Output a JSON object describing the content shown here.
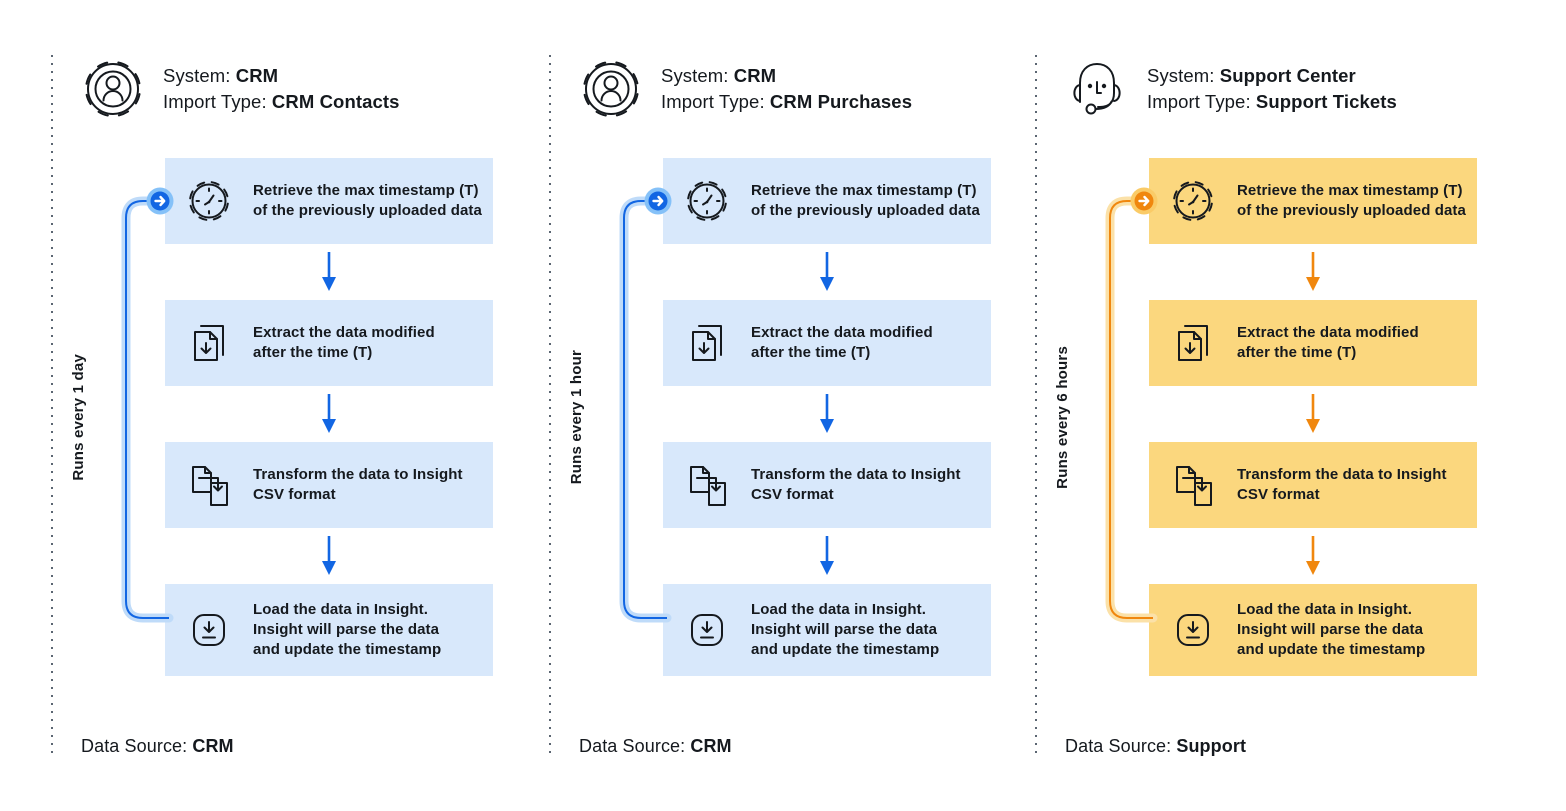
{
  "themes": {
    "blue": {
      "box": "#D8E8FB",
      "accent": "#1266E3",
      "glow": "#BFDBF9",
      "ring": "#85C1F8"
    },
    "orange": {
      "box": "#FBD77E",
      "accent": "#F0870E",
      "glow": "#FBE1A8",
      "ring": "#FACB67"
    }
  },
  "columns": [
    {
      "theme": "blue",
      "header": {
        "icon": "crm-gear-user-icon",
        "system_label": "System: ",
        "system_value": "CRM",
        "import_label": "Import Type: ",
        "import_value": "CRM Contacts"
      },
      "loop_label": "Runs every 1 day",
      "steps": [
        {
          "icon": "gear-clock-icon",
          "text": "Retrieve the max timestamp (T)\nof the previously uploaded data"
        },
        {
          "icon": "document-download-icon",
          "text": "Extract the data modified\nafter the time (T)"
        },
        {
          "icon": "document-transform-icon",
          "text": "Transform the data to Insight\nCSV format"
        },
        {
          "icon": "load-insight-icon",
          "text": "Load the data in Insight.\nInsight will parse the data\nand update the timestamp"
        }
      ],
      "footer": {
        "label": "Data Source: ",
        "value": "CRM"
      }
    },
    {
      "theme": "blue",
      "header": {
        "icon": "crm-gear-user-icon",
        "system_label": "System: ",
        "system_value": "CRM",
        "import_label": "Import Type: ",
        "import_value": "CRM Purchases"
      },
      "loop_label": "Runs every 1 hour",
      "steps": [
        {
          "icon": "gear-clock-icon",
          "text": "Retrieve the max timestamp (T)\nof the previously uploaded data"
        },
        {
          "icon": "document-download-icon",
          "text": "Extract the data modified\nafter the time (T)"
        },
        {
          "icon": "document-transform-icon",
          "text": "Transform the data to Insight\nCSV format"
        },
        {
          "icon": "load-insight-icon",
          "text": "Load the data in Insight.\nInsight will parse the data\nand update the timestamp"
        }
      ],
      "footer": {
        "label": "Data Source: ",
        "value": "CRM"
      }
    },
    {
      "theme": "orange",
      "header": {
        "icon": "support-headset-icon",
        "system_label": "System: ",
        "system_value": "Support Center",
        "import_label": "Import Type: ",
        "import_value": "Support Tickets"
      },
      "loop_label": "Runs every 6 hours",
      "steps": [
        {
          "icon": "gear-clock-icon",
          "text": "Retrieve the max timestamp (T)\nof the previously uploaded data"
        },
        {
          "icon": "document-download-icon",
          "text": "Extract the data modified\nafter the time (T)"
        },
        {
          "icon": "document-transform-icon",
          "text": "Transform the data to Insight\nCSV format"
        },
        {
          "icon": "load-insight-icon",
          "text": "Load the data in Insight.\nInsight will parse the data\nand update the timestamp"
        }
      ],
      "footer": {
        "label": "Data Source: ",
        "value": "Support"
      }
    }
  ]
}
